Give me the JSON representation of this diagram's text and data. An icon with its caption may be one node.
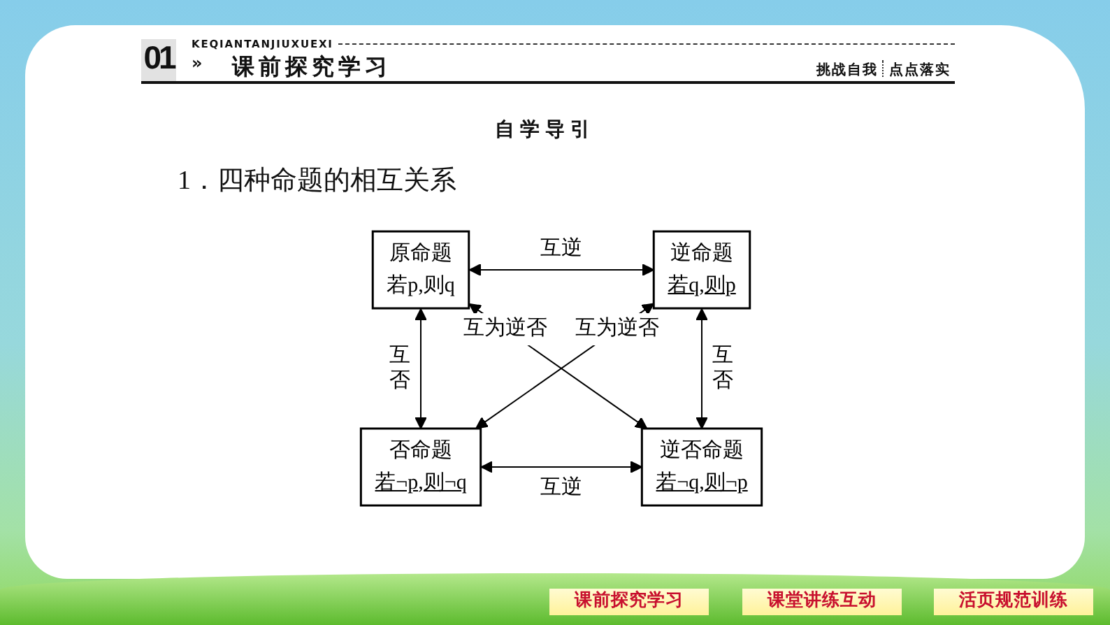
{
  "diagram": {
    "title": "课前探究学习",
    "nodes": [
      {
        "text": [
          "原命题",
          "若p,则q"
        ]
      },
      {
        "text": [
          "逆命题",
          "若q,则p"
        ]
      },
      {
        "text": [
          "否命题",
          "若¬p,则¬q"
        ]
      },
      {
        "text": [
          "逆否命题",
          "若¬q,则¬p"
        ]
      }
    ],
    "edges": [
      {
        "from": 0,
        "to": 1,
        "arrow": "both",
        "label": "互逆"
      },
      {
        "from": 0,
        "to": 2,
        "arrow": "both",
        "label": "互否"
      },
      {
        "from": 1,
        "to": 3,
        "arrow": "both",
        "label": "互否"
      },
      {
        "from": 2,
        "to": 3,
        "arrow": "both",
        "label": "互逆"
      },
      {
        "from": 0,
        "to": 3,
        "arrow": "both",
        "label": "互为逆否"
      },
      {
        "from": 2,
        "to": 1,
        "arrow": "both",
        "label": "互为逆否"
      }
    ],
    "labels": [
      "01",
      "KEQIANTANJIUXUEXI",
      "»",
      "挑战自我",
      "点点落实",
      "自学导引",
      "1．四种命题的相互关系",
      "课前探究学习",
      "课堂讲练互动",
      "活页规范训练"
    ]
  }
}
